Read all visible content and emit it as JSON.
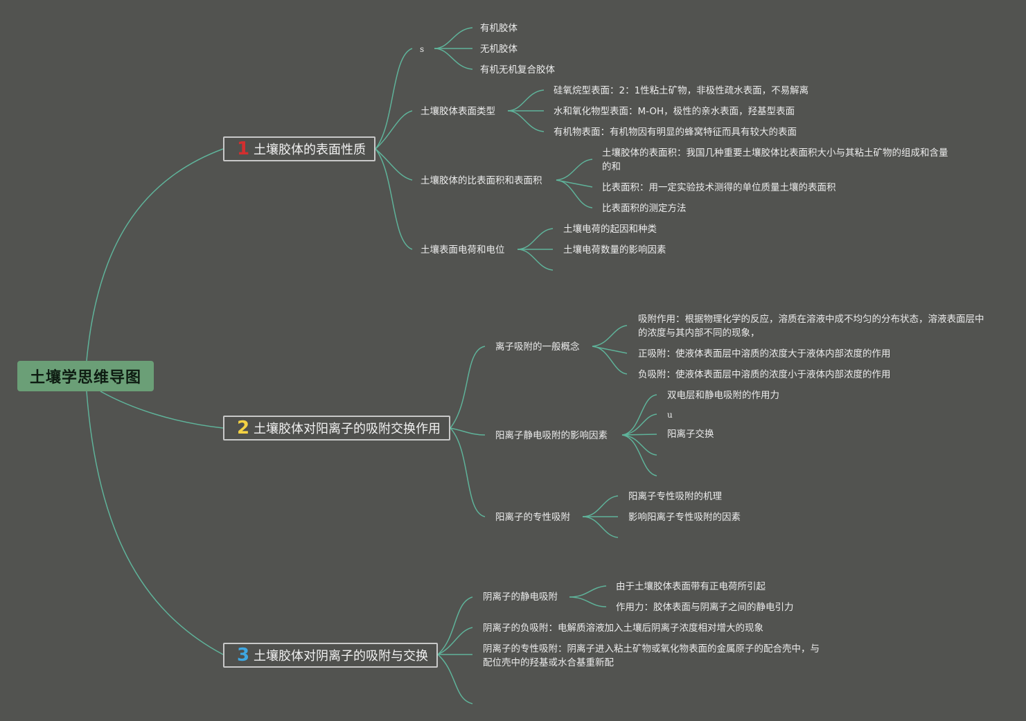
{
  "root": {
    "label": "土壤学思维导图"
  },
  "branches": [
    {
      "number": "1",
      "label": "土壤胶体的表面性质",
      "children": [
        {
          "label": "s",
          "children": [
            "有机胶体",
            "无机胶体",
            "有机无机复合胶体"
          ]
        },
        {
          "label": "土壤胶体表面类型",
          "children": [
            "硅氧烷型表面：2：1性粘土矿物，非极性疏水表面，不易解离",
            "水和氧化物型表面：M-OH，极性的亲水表面，羟基型表面",
            "有机物表面：有机物因有明显的蜂窝特征而具有较大的表面"
          ]
        },
        {
          "label": "土壤胶体的比表面积和表面积",
          "children": [
            "土壤胶体的表面积：我国几种重要土壤胶体比表面积大小与其粘土矿物的组成和含量的和",
            "比表面积：用一定实验技术测得的单位质量土壤的表面积",
            "比表面积的测定方法"
          ]
        },
        {
          "label": "土壤表面电荷和电位",
          "children": [
            "土壤电荷的起因和种类",
            "土壤电荷数量的影响因素"
          ]
        }
      ]
    },
    {
      "number": "2",
      "label": "土壤胶体对阳离子的吸附交换作用",
      "children": [
        {
          "label": "离子吸附的一般概念",
          "children": [
            "吸附作用：根据物理化学的反应，溶质在溶液中成不均匀的分布状态，溶液表面层中的浓度与其内部不同的现象，",
            "正吸附：使液体表面层中溶质的浓度大于液体内部浓度的作用",
            "负吸附：使液体表面层中溶质的浓度小于液体内部浓度的作用"
          ]
        },
        {
          "label": "阳离子静电吸附的影响因素",
          "children": [
            "双电层和静电吸附的作用力",
            "u",
            "阳离子交换"
          ]
        },
        {
          "label": "阳离子的专性吸附",
          "children": [
            "阳离子专性吸附的机理",
            "影响阳离子专性吸附的因素"
          ]
        }
      ]
    },
    {
      "number": "3",
      "label": "土壤胶体对阴离子的吸附与交换",
      "children": [
        {
          "label": "阴离子的静电吸附",
          "children": [
            "由于土壤胶体表面带有正电荷所引起",
            "作用力：胶体表面与阴离子之间的静电引力"
          ]
        },
        {
          "label": "阴离子的负吸附：电解质溶液加入土壤后阴离子浓度相对增大的现象",
          "children": []
        },
        {
          "label": "阴离子的专性吸附：阴离子进入粘土矿物或氧化物表面的金属原子的配合壳中，与配位壳中的羟基或水合基重新配",
          "children": []
        }
      ]
    }
  ],
  "colors": {
    "background": "#525350",
    "link": "#5fb39a",
    "root_fill": "#6b9f77",
    "node_border": "#c9c9c9"
  }
}
